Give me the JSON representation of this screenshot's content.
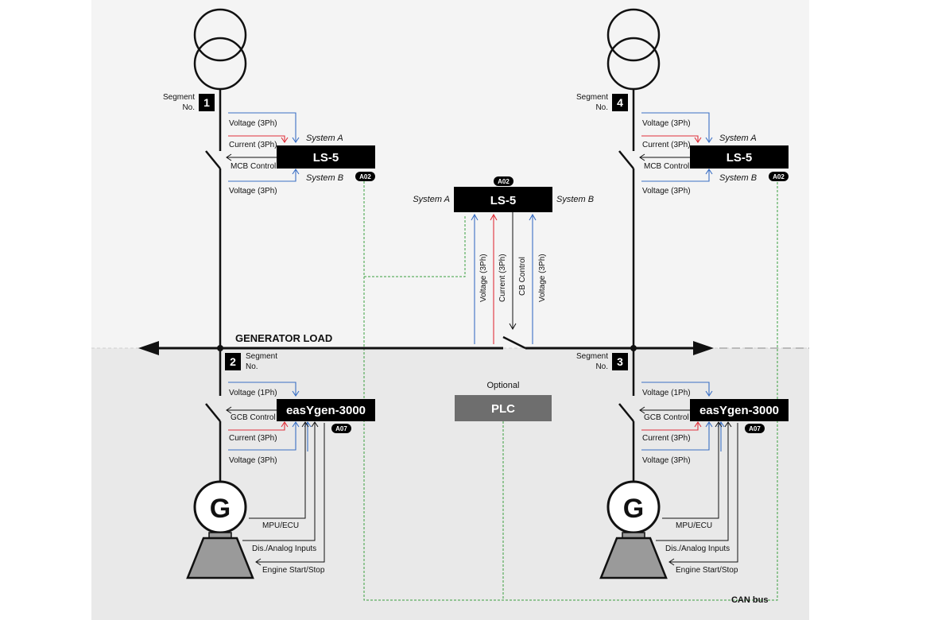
{
  "bus_label": "GENERATOR LOAD",
  "can_bus_label": "CAN bus",
  "optional_label": "Optional",
  "plc_label": "PLC",
  "segment_text": [
    "Segment",
    "No."
  ],
  "segment_numbers": [
    "1",
    "2",
    "3",
    "4"
  ],
  "ls5_label": "LS-5",
  "easygen_label": "easYgen-3000",
  "badge_a02": "A02",
  "badge_a07": "A07",
  "system_a": "System A",
  "system_b": "System B",
  "generator_symbol": "G",
  "signals": {
    "voltage_3ph": "Voltage (3Ph)",
    "voltage_1ph": "Voltage (1Ph)",
    "current_3ph": "Current (3Ph)",
    "mcb_control": "MCB Control",
    "gcb_control": "GCB Control",
    "cb_control": "CB Control",
    "mpu_ecu": "MPU/ECU",
    "dis_analog": "Dis./Analog Inputs",
    "engine_start_stop": "Engine Start/Stop"
  },
  "colors": {
    "voltage": "#3a6fc4",
    "current": "#e0303a",
    "can": "#3aa040",
    "box": "#000000",
    "plc": "#6e6e6e",
    "lower_bg": "#e9e9e9"
  }
}
